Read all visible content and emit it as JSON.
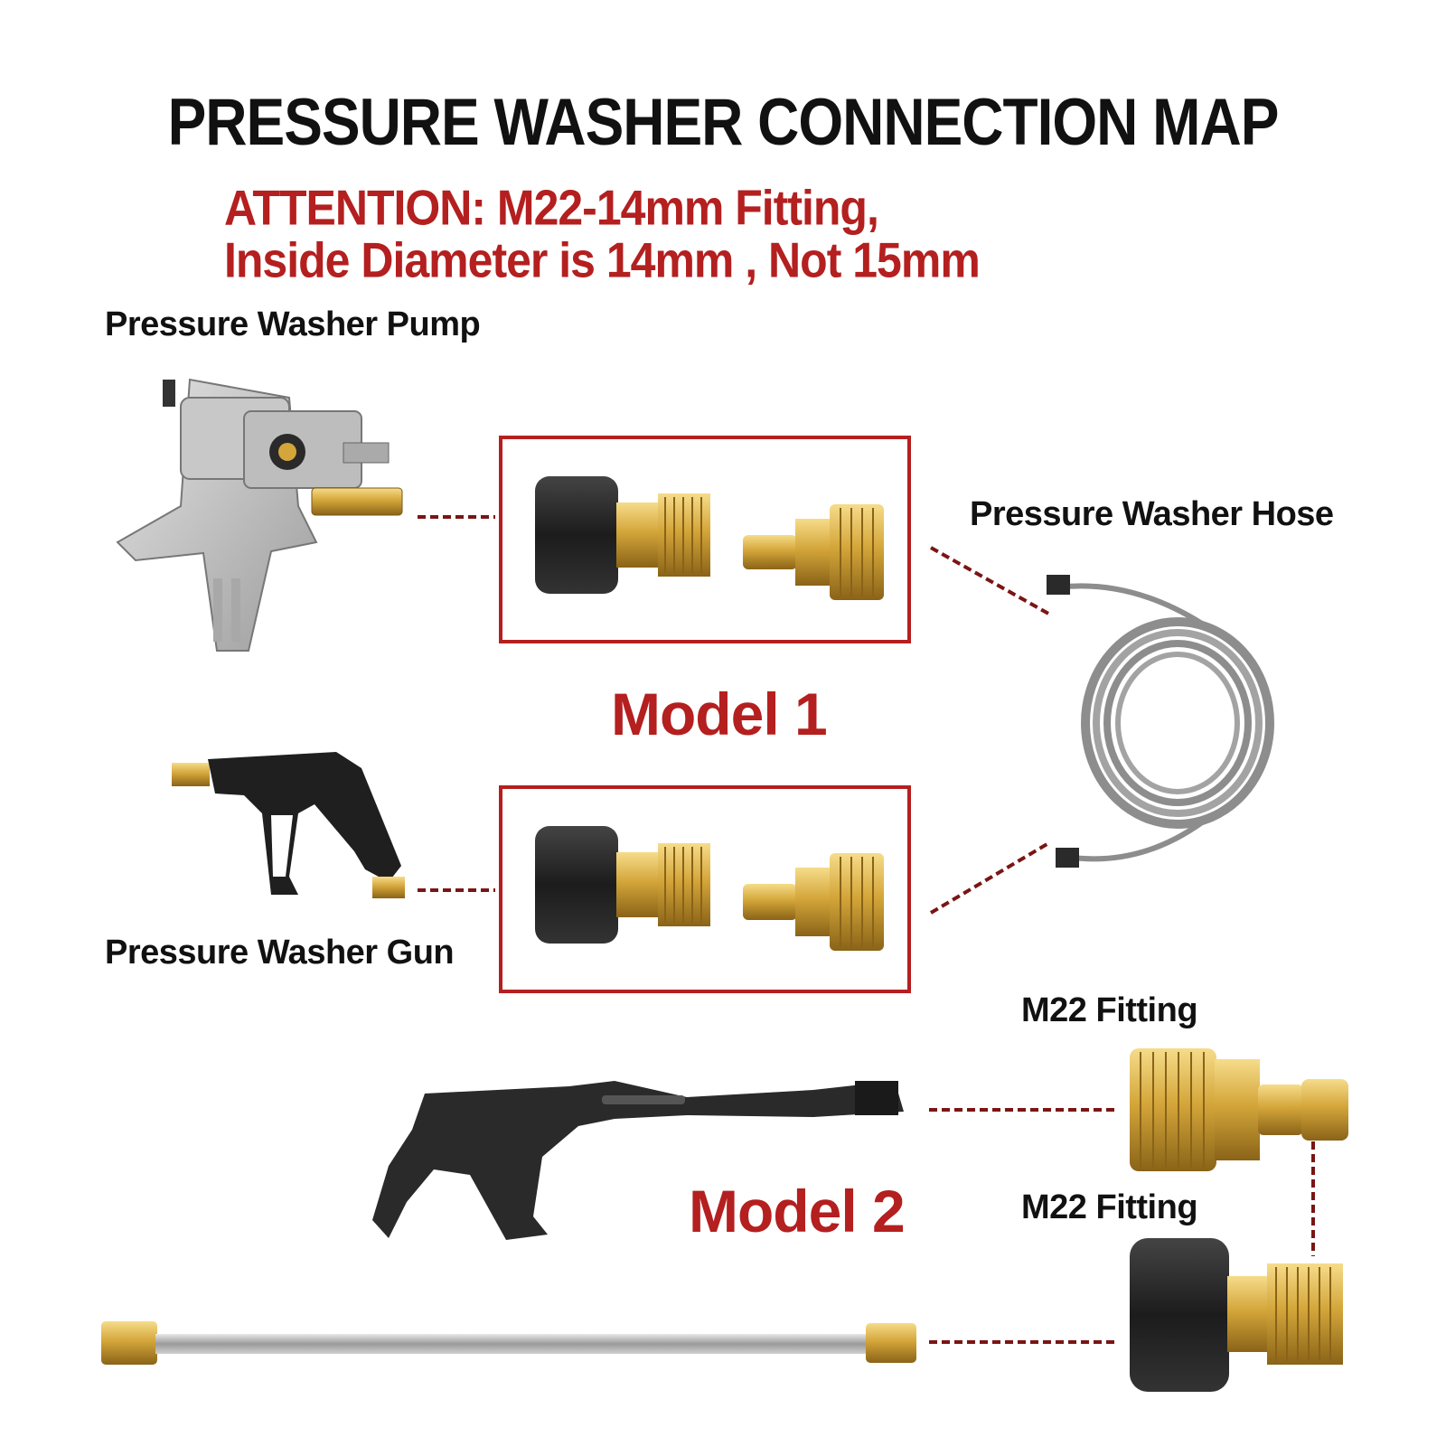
{
  "title": "PRESSURE WASHER CONNECTION MAP",
  "attention": {
    "line1": "ATTENTION: M22-14mm Fitting,",
    "line2": "Inside Diameter is 14mm , Not 15mm"
  },
  "labels": {
    "pump": "Pressure Washer Pump",
    "hose": "Pressure Washer Hose",
    "gun": "Pressure Washer Gun",
    "m22_top": "M22 Fitting",
    "m22_bottom": "M22 Fitting"
  },
  "models": {
    "model1": "Model 1",
    "model2": "Model 2"
  },
  "colors": {
    "title": "#111111",
    "accent_red": "#b41f1f",
    "dashed_line": "#7a1515",
    "brass": "#d4a63a",
    "black_part": "#222222"
  }
}
